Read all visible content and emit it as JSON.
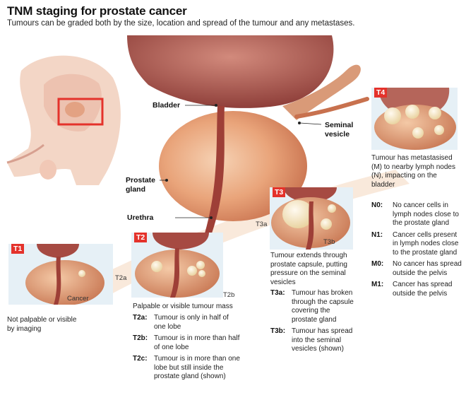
{
  "title": "TNM staging for prostate cancer",
  "subtitle": "Tumours can be graded both by the size, location and spread of the tumour and any metastases.",
  "main_labels": {
    "bladder": "Bladder",
    "seminal_vesicle": "Seminal\nvesicle",
    "prostate_gland": "Prostate\ngland",
    "urethra": "Urethra"
  },
  "t1": {
    "badge": "T1",
    "cancer_label": "Cancer",
    "caption": "Not palpable or visible\nby imaging"
  },
  "t2": {
    "badge": "T2",
    "left_label": "T2a",
    "right_label": "T2b",
    "caption": "Palpable or visible tumour mass",
    "defs": [
      {
        "key": "T2a:",
        "text": "Tumour is only in half of one lobe"
      },
      {
        "key": "T2b:",
        "text": "Tumour is in more than half of one lobe"
      },
      {
        "key": "T2c:",
        "text": "Tumour is in more than one lobe but still inside the prostate gland (shown)"
      }
    ]
  },
  "t3": {
    "badge": "T3",
    "left_label": "T3a",
    "right_label": "T3b",
    "caption": "Tumour extends through prostate capsule, putting pressure on the seminal vesicles",
    "defs": [
      {
        "key": "T3a:",
        "text": "Tumour has broken through the capsule covering the prostate gland"
      },
      {
        "key": "T3b:",
        "text": "Tumour has spread into the seminal vesicles (shown)"
      }
    ]
  },
  "t4": {
    "badge": "T4",
    "caption": "Tumour has metastasised (M) to nearby lymph nodes (N), impacting on the bladder",
    "defs": [
      {
        "key": "N0:",
        "text": "No cancer cells in lymph nodes close to the prostate gland"
      },
      {
        "key": "N1:",
        "text": "Cancer cells present in lymph nodes close to the prostate gland"
      },
      {
        "key": "M0:",
        "text": "No cancer has spread outside the pelvis"
      },
      {
        "key": "M1:",
        "text": "Cancer has spread outside the pelvis"
      }
    ]
  },
  "colors": {
    "badge": "#e4322b",
    "pane": "#e6f0f6",
    "prostate": "#e9a47a",
    "bladder": "#b5655a",
    "tumour": "#f6e7c2"
  }
}
